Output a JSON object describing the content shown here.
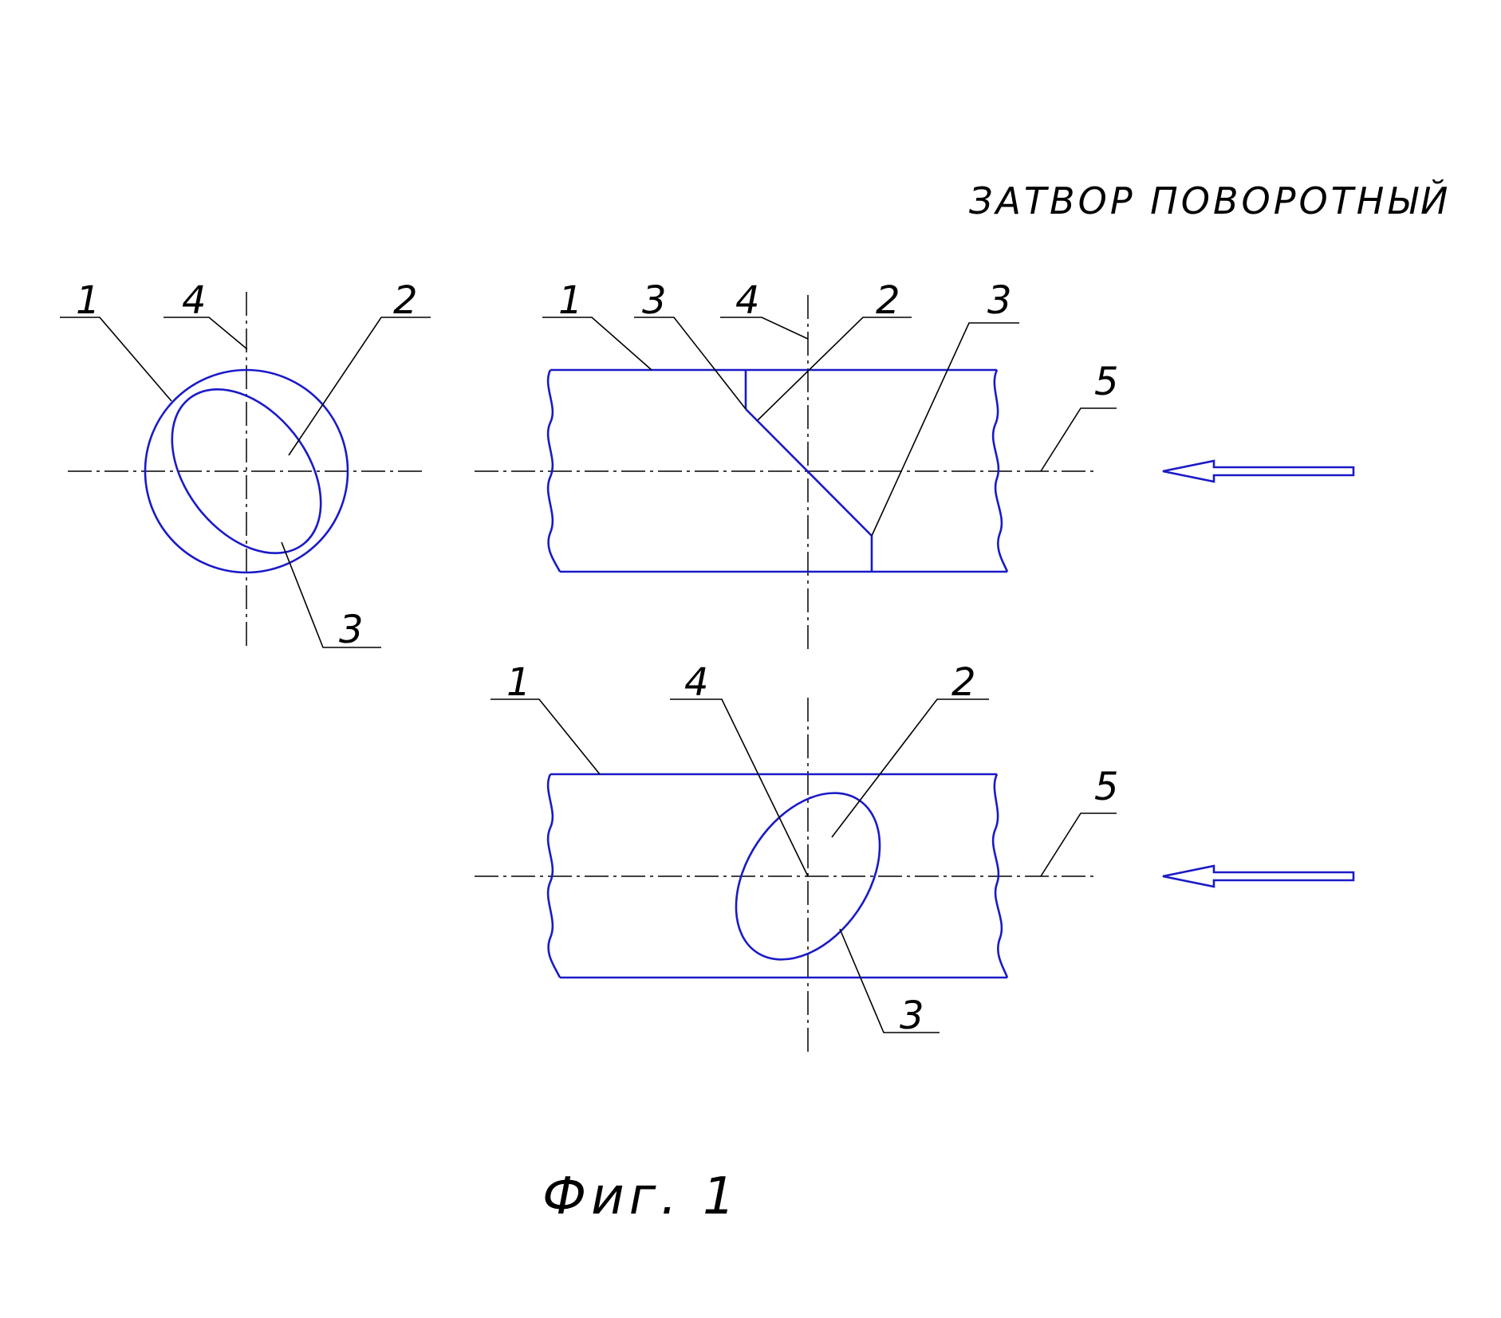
{
  "title": "ЗАТВОР ПОВОРОТНЫЙ",
  "caption": "Фиг. 1",
  "colors": {
    "part_line": "#1a1ac8",
    "annotation": "#000000"
  },
  "views": {
    "end_view": {
      "labels": [
        "1",
        "4",
        "2",
        "3"
      ]
    },
    "side_view_top": {
      "labels": [
        "1",
        "3",
        "4",
        "2",
        "3",
        "5"
      ]
    },
    "side_view_bottom": {
      "labels": [
        "1",
        "4",
        "2",
        "5",
        "3"
      ]
    }
  }
}
